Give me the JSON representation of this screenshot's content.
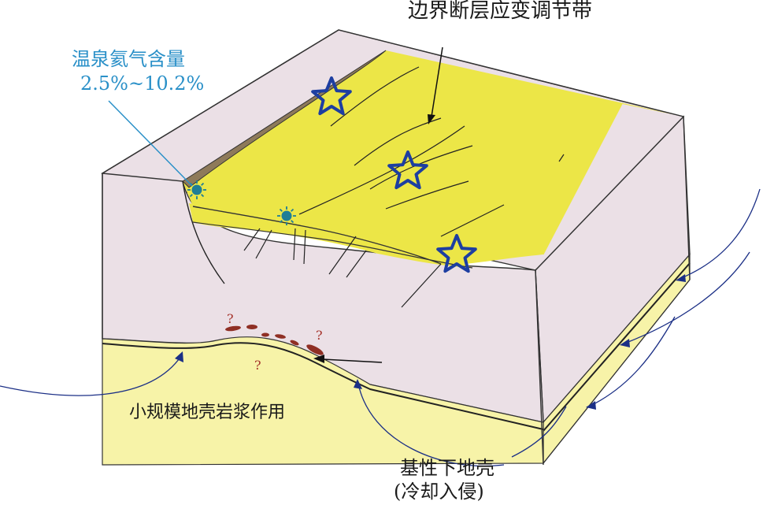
{
  "labels": {
    "fault_zone": "边界断层应变调节带",
    "hot_spring_title": "温泉氦气含量",
    "hot_spring_value": "2.5%~10.2%",
    "magmatism": "小规模地壳岩浆作用",
    "lower_crust_line1": "基性下地壳",
    "lower_crust_line2": "(冷却入侵)",
    "unknown_marks": [
      "?",
      "?",
      "?"
    ]
  },
  "colors": {
    "crust_pink": "#ebe0e6",
    "basin_yellow": "#ece647",
    "lower_crust_yellow": "#f7f3a8",
    "fault_scarp_brown": "#8e7a5a",
    "star_blue": "#1d3ea1",
    "arrow_blue": "#1b2f86",
    "spring_teal": "#1f7e96",
    "magma_red": "#8f2f24",
    "label_blue": "#2a90c8"
  },
  "icons": {
    "star": "star-icon",
    "hot_spring": "hot-spring-icon"
  }
}
